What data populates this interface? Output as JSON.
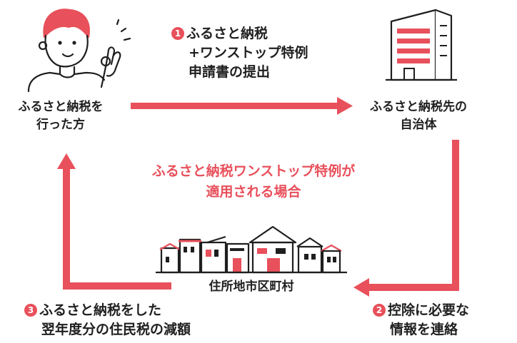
{
  "colors": {
    "accent": "#e8505b",
    "ink": "#1f1f1f",
    "background": "#ffffff"
  },
  "icons": [
    "person-ok-gesture-icon",
    "office-building-icon",
    "houses-town-icon"
  ],
  "donor": {
    "line1": "ふるさと納税を",
    "line2": "行った方"
  },
  "municipality": {
    "line1": "ふるさと納税先の",
    "line2": "自治体"
  },
  "residence": {
    "label": "住所地市区町村"
  },
  "step1": {
    "number": "1",
    "line1": "ふるさと納税",
    "line2": "+ワンストップ特例",
    "line3": "申請書の提出"
  },
  "step2": {
    "number": "2",
    "line1": "控除に必要な",
    "line2": "情報を連絡"
  },
  "step3": {
    "number": "3",
    "line1": "ふるさと納税をした",
    "line2": "翌年度分の住民税の減額"
  },
  "center_note": {
    "line1": "ふるさと納税ワンストップ特例が",
    "line2": "適用される場合"
  }
}
